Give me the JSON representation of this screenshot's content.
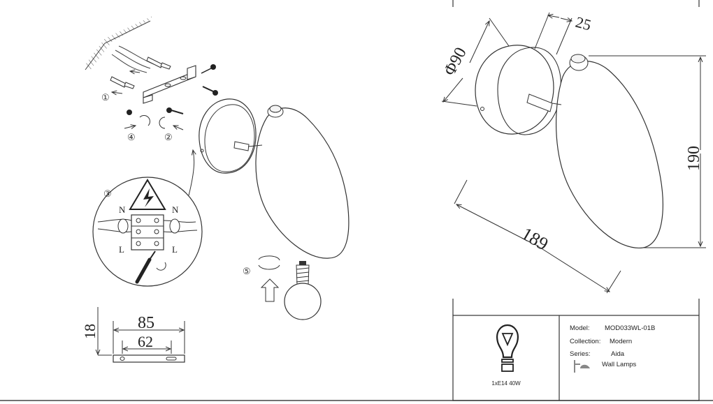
{
  "installation": {
    "steps": [
      "①",
      "②",
      "③",
      "④",
      "⑤"
    ],
    "wiring": {
      "terminal_top": [
        "N",
        "N"
      ],
      "terminal_bottom": [
        "L",
        "L"
      ]
    }
  },
  "bracket_dimensions": {
    "height": "18",
    "outer_width": "85",
    "hole_spacing": "62"
  },
  "lamp_dimensions": {
    "base_diameter": "Φ90",
    "base_depth": "25",
    "height": "190",
    "length": "189"
  },
  "spec": {
    "model_label": "Model:",
    "model_value": "MOD033WL-01B",
    "collection_label": "Collection:",
    "collection_value": "Modern",
    "series_label": "Series:",
    "series_value": "Aida",
    "type_value": "Wall Lamps",
    "bulb_caption": "1xE14 40W"
  }
}
